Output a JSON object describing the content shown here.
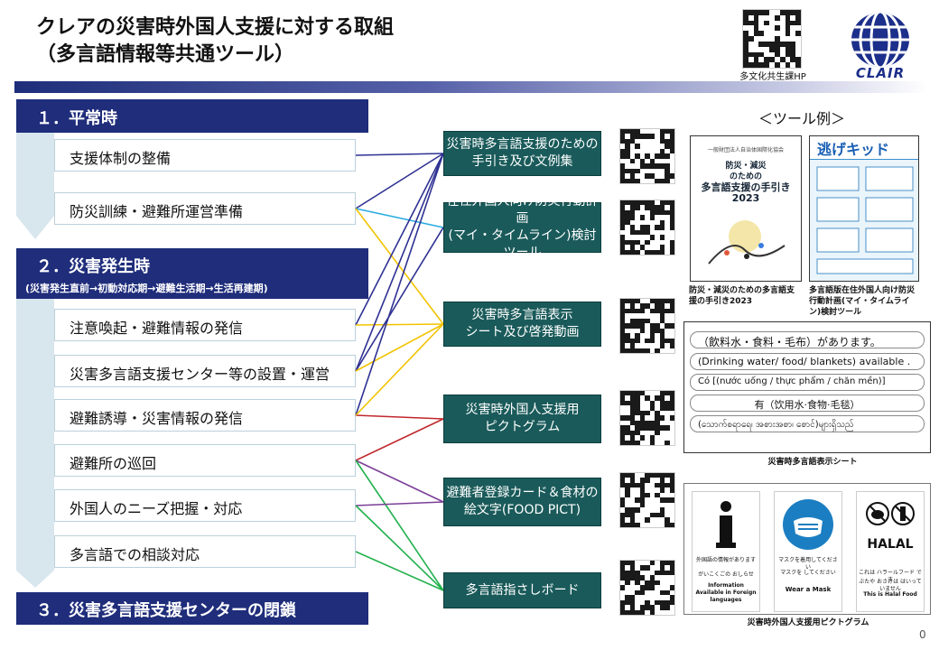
{
  "header": {
    "title_line1": "クレアの災害時外国人支援に対する取組",
    "title_line2": "（多言語情報等共通ツール）",
    "qr_label": "多文化共生課HP",
    "logo_text": "CLAIR",
    "brand_color": "#1f2d7b"
  },
  "sections": {
    "s1": "１．平常時",
    "s2_title": "２．災害発生時",
    "s2_sub": "(災害発生直前→初動対応期→避難生活期→生活再建期)",
    "s3": "３．災害多言語支援センターの閉鎖"
  },
  "items": [
    {
      "label": "支援体制の整備"
    },
    {
      "label": "防災訓練・避難所運営準備"
    },
    {
      "label": "注意喚起・避難情報の発信"
    },
    {
      "label": "災害多言語支援センター等の設置・運営"
    },
    {
      "label": "避難誘導・災害情報の発信"
    },
    {
      "label": "避難所の巡回"
    },
    {
      "label": "外国人のニーズ把握・対応"
    },
    {
      "label": "多言語での相談対応"
    }
  ],
  "tools": [
    {
      "line1": "災害時多言語支援のための",
      "line2": "手引き及び文例集"
    },
    {
      "line1": "在住外国人向け防災行動計画",
      "line2": "(マイ・タイムライン)検討ツール"
    },
    {
      "line1": "災害時多言語表示",
      "line2": "シート及び啓発動画"
    },
    {
      "line1": "災害時外国人支援用",
      "line2": "ピクトグラム"
    },
    {
      "line1": "避難者登録カード＆食材の",
      "line2": "絵文字(FOOD PICT)"
    },
    {
      "line1": "多言語指さしボード",
      "line2": ""
    }
  ],
  "connections": [
    {
      "from": 0,
      "to": 0,
      "color": "#2e3192"
    },
    {
      "from": 1,
      "to": 0,
      "color": "#2e3192"
    },
    {
      "from": 1,
      "to": 1,
      "color": "#29abe2"
    },
    {
      "from": 1,
      "to": 2,
      "color": "#f2c300"
    },
    {
      "from": 2,
      "to": 0,
      "color": "#2e3192"
    },
    {
      "from": 2,
      "to": 2,
      "color": "#f2c300"
    },
    {
      "from": 3,
      "to": 0,
      "color": "#2e3192"
    },
    {
      "from": 3,
      "to": 1,
      "color": "#2e3192"
    },
    {
      "from": 3,
      "to": 2,
      "color": "#f2c300"
    },
    {
      "from": 4,
      "to": 0,
      "color": "#2e3192"
    },
    {
      "from": 4,
      "to": 3,
      "color": "#c1272d"
    },
    {
      "from": 4,
      "to": 2,
      "color": "#f2c300"
    },
    {
      "from": 5,
      "to": 3,
      "color": "#c1272d"
    },
    {
      "from": 5,
      "to": 4,
      "color": "#7b3f98"
    },
    {
      "from": 5,
      "to": 5,
      "color": "#22b14c"
    },
    {
      "from": 6,
      "to": 4,
      "color": "#7b3f98"
    },
    {
      "from": 6,
      "to": 5,
      "color": "#22b14c"
    },
    {
      "from": 7,
      "to": 5,
      "color": "#22b14c"
    }
  ],
  "examples": {
    "heading": "＜ツール例＞",
    "book": {
      "head": "一般財団法人自治体国際化協会",
      "t1": "防災・減災",
      "t2": "のための",
      "t3": "多言語支援の手引き 2023",
      "caption": "防災・減災のための多言語支援の手引き2023"
    },
    "timeline": {
      "banner": "逃げキッド",
      "caption": "多言語版在住外国人向け防災行動計画(マイ・タイムライン)検討ツール"
    },
    "sheet": {
      "rows": [
        "（飲料水・食料・毛布）があります。",
        "(Drinking water/ food/ blankets) available .",
        "Có [(nước uống / thực phẩm / chăn mền)]",
        "有（饮用水·食物·毛毯）",
        "(သောက်စရာရေ၊ အစားအစာ၊ စောင်)များရှိသည်"
      ],
      "caption": "災害時多言語表示シート"
    },
    "pictos": {
      "p1_jp": "外国語の情報があります",
      "p1_easy": "がいこくごの おしらせ",
      "p1_en": "Information Available in Foreign languages",
      "p2_jp": "マスクを着用してください",
      "p2_easy": "マスクを してください",
      "p2_en": "Wear a Mask",
      "p3_word": "HALAL",
      "p3_jp": "これは ハラールフード です",
      "p3_easy": "ぶたや おさけは はいっていません",
      "p3_en": "This is Halal Food",
      "caption": "災害時外国人支援用ピクトグラム"
    }
  },
  "page_number": "0"
}
